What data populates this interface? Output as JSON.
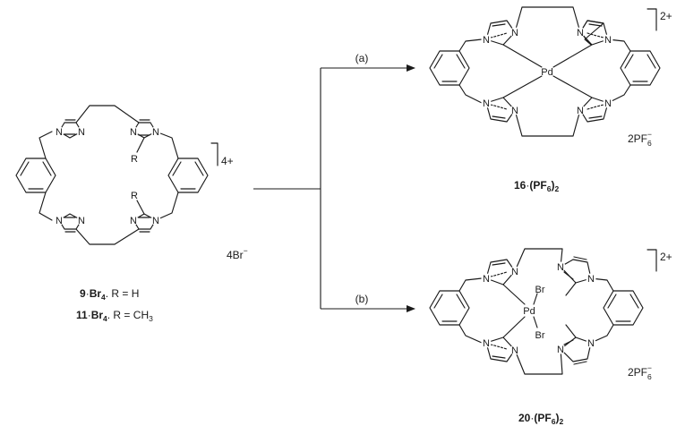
{
  "reactant": {
    "charge": "4+",
    "counterion": "4Br",
    "counterion_charge": "−",
    "substituent_upper": "R",
    "substituent_lower": "R",
    "compound_a": {
      "number": "9",
      "salt": "Br",
      "salt_count": "4",
      "suffix": ". R = H"
    },
    "compound_b": {
      "number": "11",
      "salt": "Br",
      "salt_count": "4",
      "suffix": ". R = CH",
      "suffix_sub": "3"
    }
  },
  "conditions": {
    "top": "(a)",
    "bottom": "(b)"
  },
  "product_a": {
    "charge": "2+",
    "metal": "Pd",
    "counterion": "2PF",
    "counterion_sub": "6",
    "counterion_charge": "−",
    "label_number": "16",
    "label_salt": "(PF",
    "label_salt_sub": "6",
    "label_close": ")",
    "label_count": "2"
  },
  "product_b": {
    "charge": "2+",
    "metal": "Pd",
    "ligand_top": "Br",
    "ligand_bottom": "Br",
    "counterion": "2PF",
    "counterion_sub": "6",
    "counterion_charge": "−",
    "label_number": "20",
    "label_salt": "(PF",
    "label_salt_sub": "6",
    "label_close": ")",
    "label_count": "2"
  },
  "atom_symbol": "N"
}
